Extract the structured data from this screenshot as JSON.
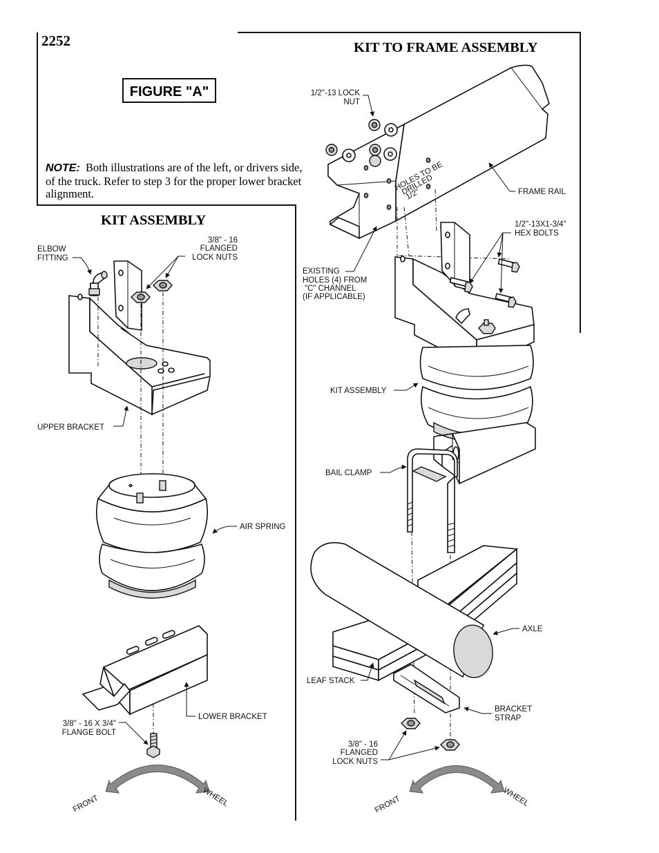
{
  "page": {
    "number": "2252",
    "figure_label": "FIGURE \"A\"",
    "kit_to_frame_title": "KIT TO FRAME ASSEMBLY",
    "kit_assembly_title": "KIT ASSEMBLY",
    "note_label": "NOTE:",
    "note_text": "Both illustrations are of the left, or drivers side, of the truck.  Refer to step 3 for the proper lower bracket alignment."
  },
  "kit_assembly_labels": {
    "elbow_fitting": [
      "ELBOW",
      "FITTING"
    ],
    "flanged_lock_nuts": [
      "3/8\" - 16",
      "FLANGED",
      "LOCK NUTS"
    ],
    "upper_bracket": "UPPER BRACKET",
    "air_spring": "AIR SPRING",
    "lower_bracket": "LOWER BRACKET",
    "flange_bolt": [
      "3/8\" - 16  X 3/4\"",
      "FLANGE BOLT"
    ],
    "front": "FRONT",
    "wheel": "WHEEL"
  },
  "frame_assembly_labels": {
    "lock_nut": [
      "1/2\"-13 LOCK",
      "NUT"
    ],
    "frame_rail": "FRAME RAIL",
    "hex_bolts": [
      "1/2\"-13X1-3/4\"",
      "HEX BOLTS"
    ],
    "existing_holes": [
      "EXISTING",
      "HOLES (4) FROM",
      "\"C\" CHANNEL",
      "(IF APPLICABLE)"
    ],
    "holes_to_be_drilled": [
      "HOLES TO BE",
      "DRILLED",
      "1/2\""
    ],
    "kit_assembly": "KIT ASSEMBLY",
    "bail_clamp": "BAIL CLAMP",
    "axle": "AXLE",
    "leaf_stack": "LEAF STACK",
    "bracket_strap": [
      "BRACKET",
      "STRAP"
    ],
    "flanged_lock_nuts": [
      "3/8\" - 16",
      "FLANGED",
      "LOCK NUTS"
    ],
    "front": "FRONT",
    "wheel": "WHEEL"
  }
}
